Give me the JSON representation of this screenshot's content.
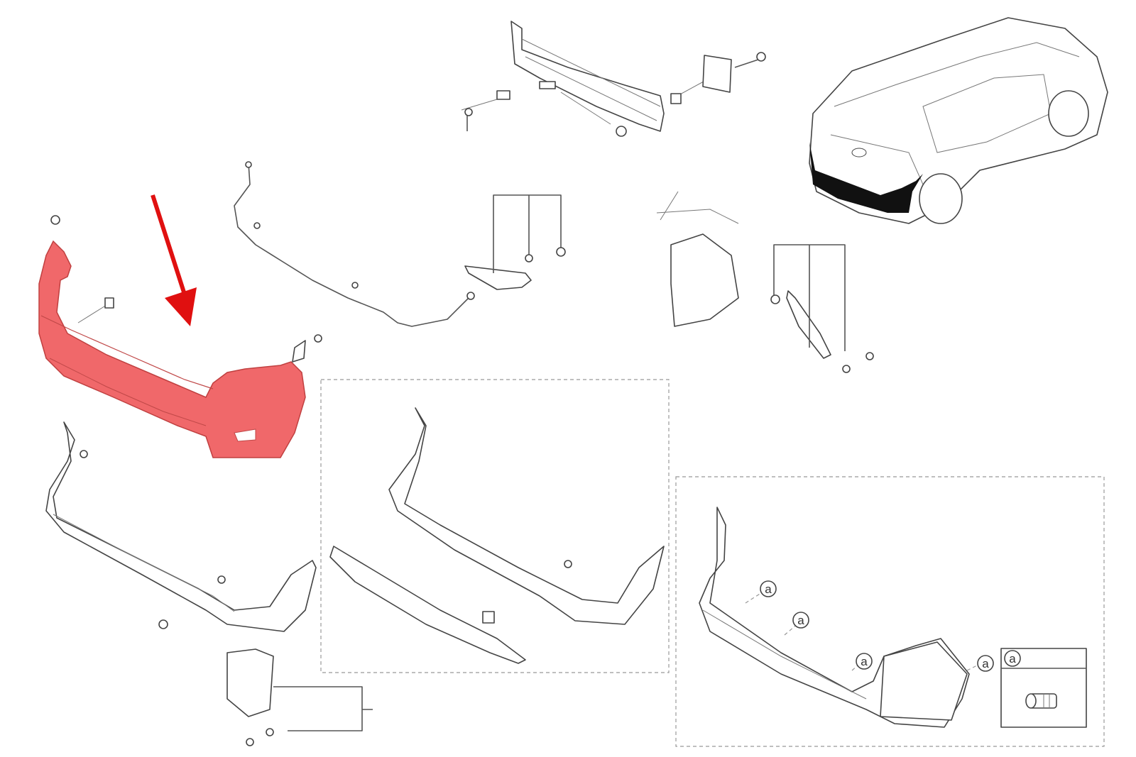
{
  "diagram": {
    "callout_label": "a",
    "callouts": [
      "a",
      "a",
      "a",
      "a"
    ],
    "legend": {
      "label": "a",
      "part": "parking-sensor"
    },
    "highlight_color": "#f0686a",
    "arrow_color": "#e01010"
  }
}
